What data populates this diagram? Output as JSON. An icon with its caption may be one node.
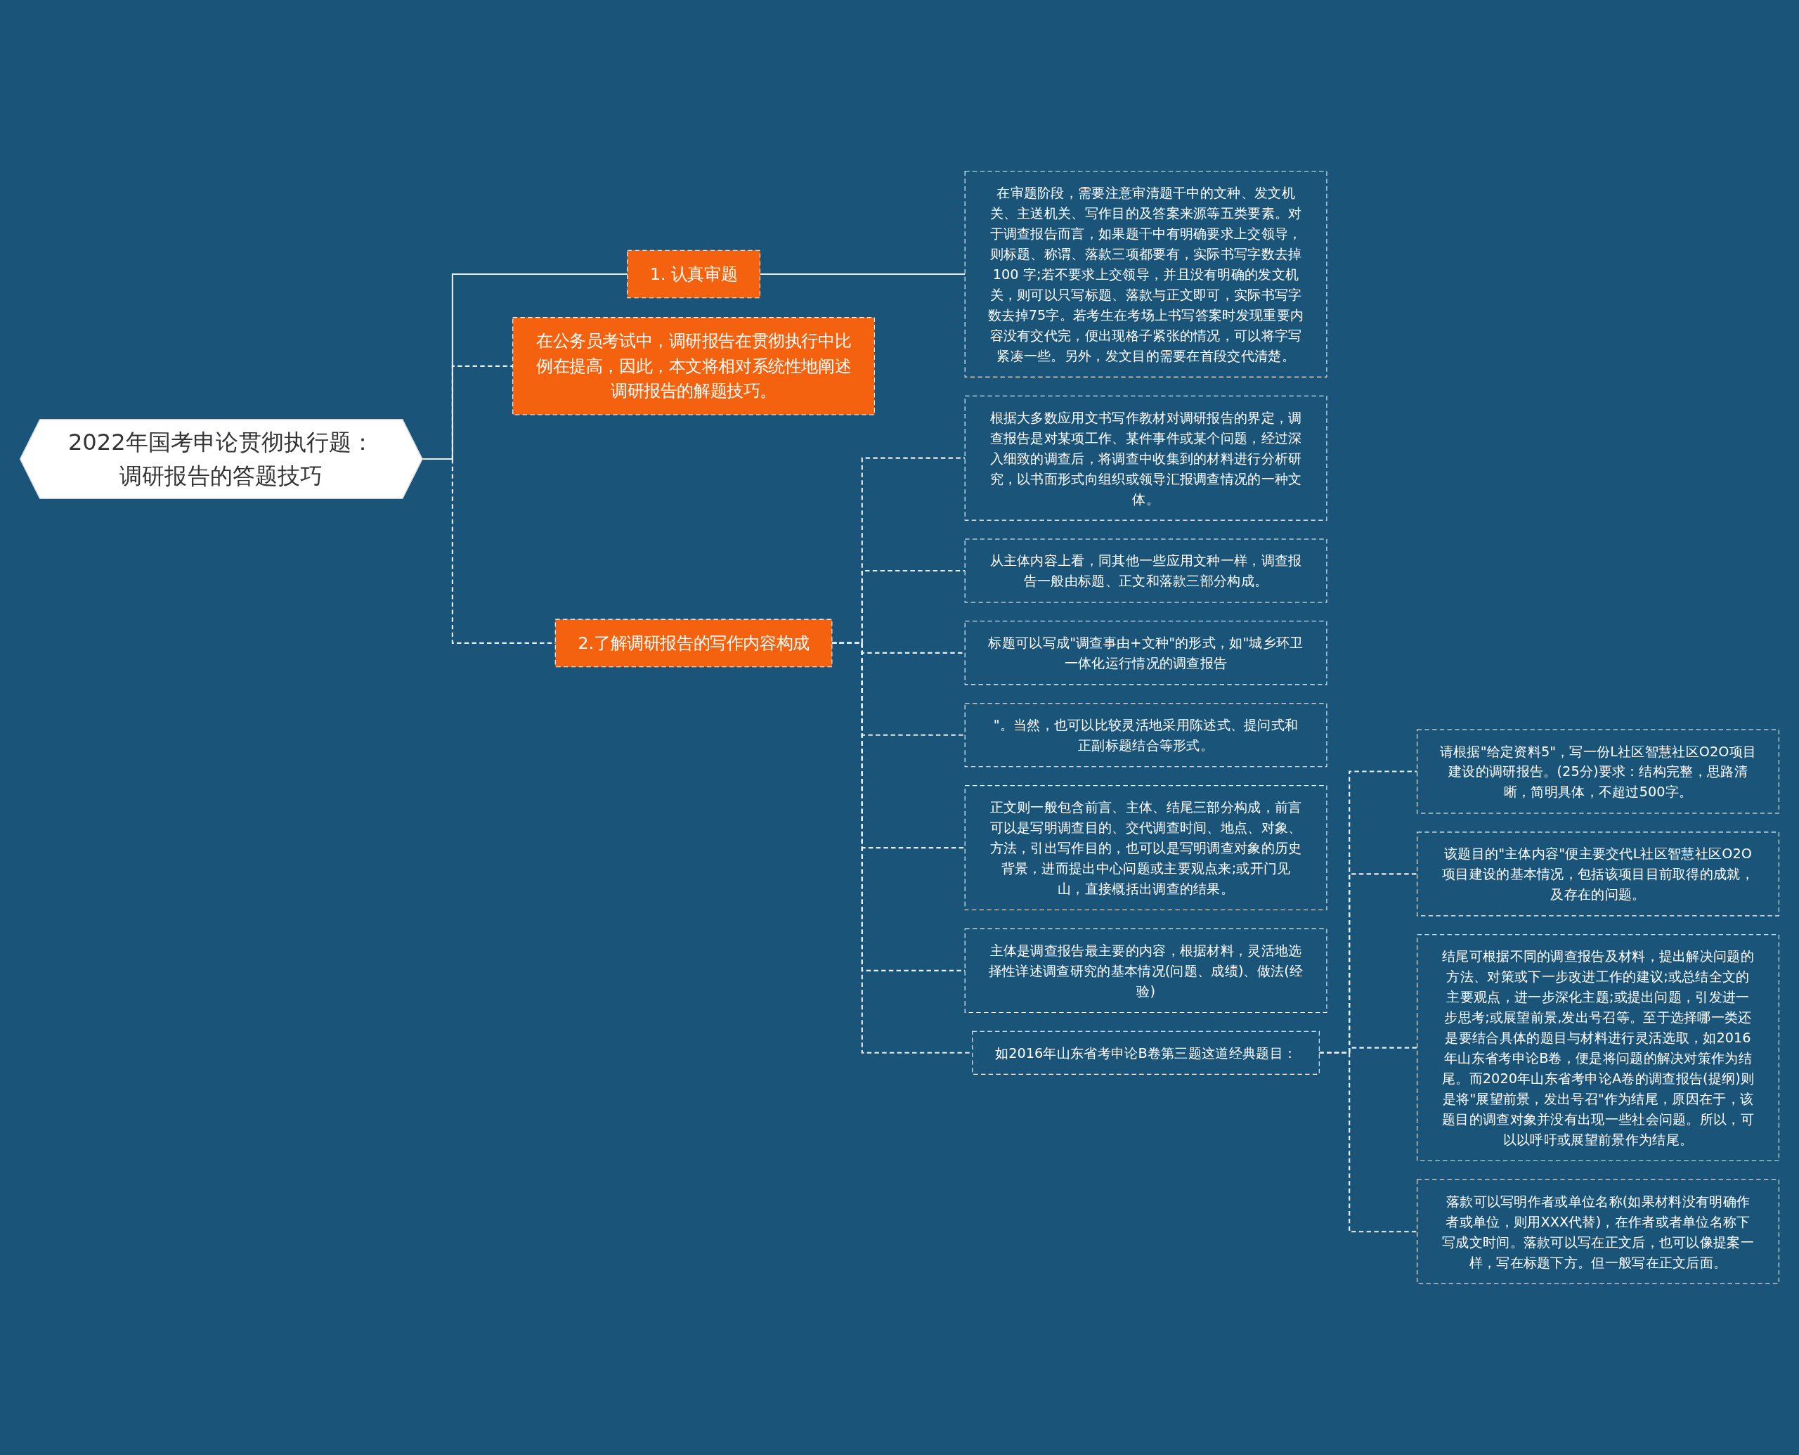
{
  "diagram": {
    "nodes": [
      {
        "text": [
          "2022年国考申论贯彻执行题：调研报告的答题技巧"
        ]
      },
      {
        "text": [
          "1. 认真审题"
        ]
      },
      {
        "text": [
          "在审题阶段，需要注意审清题干中的文种、发文机关、主送机关、写作目的及答案来源等五类要素。对于调查报告而言，如果题干中有明确要求上交领导，则标题、称谓、落款三项都要有，实际书写字数去掉100 字;若不要求上交领导，并且没有明确的发文机关，则可以只写标题、落款与正文即可，实际书写字数去掉75字。若考生在考场上书写答案时发现重要内容没有交代完，便出现格子紧张的情况，可以将字写紧凑一些。另外，发文目的需要在首段交代清楚。"
        ]
      },
      {
        "text": [
          "在公务员考试中，调研报告在贯彻执行中比例在提高，因此，本文将相对系统性地阐述调研报告的解题技巧。"
        ]
      },
      {
        "text": [
          "2.了解调研报告的写作内容构成"
        ]
      },
      {
        "text": [
          "根据大多数应用文书写作教材对调研报告的界定，调查报告是对某项工作、某件事件或某个问题，经过深入细致的调查后，将调查中收集到的材料进行分析研究，以书面形式向组织或领导汇报调查情况的一种文体。"
        ]
      },
      {
        "text": [
          "从主体内容上看，同其他一些应用文种一样，调查报告一般由标题、正文和落款三部分构成。"
        ]
      },
      {
        "text": [
          "标题可以写成\"调查事由+文种\"的形式，如\"城乡环卫一体化运行情况的调查报告"
        ]
      },
      {
        "text": [
          "\"。当然，也可以比较灵活地采用陈述式、提问式和正副标题结合等形式。"
        ]
      },
      {
        "text": [
          "正文则一般包含前言、主体、结尾三部分构成，前言可以是写明调查目的、交代调查时间、地点、对象、方法，引出写作目的，也可以是写明调查对象的历史背景，进而提出中心问题或主要观点来;或开门见山，直接概括出调查的结果。"
        ]
      },
      {
        "text": [
          "主体是调查报告最主要的内容，根据材料，灵活地选择性详述调查研究的基本情况(问题、成绩)、做法(经验)"
        ]
      },
      {
        "text": [
          "如2016年山东省考申论B卷第三题这道经典题目："
        ]
      },
      {
        "text": [
          "请根据\"给定资料5\"，写一份L社区智慧社区O2O项目建设的调研报告。(25分)要求：结构完整，思路清晰，简明具体，不超过500字。"
        ]
      },
      {
        "text": [
          "该题目的\"主体内容\"便主要交代L社区智慧社区O2O项目建设的基本情况，包括该项目目前取得的成就，及存在的问题。"
        ]
      },
      {
        "text": [
          "结尾可根据不同的调查报告及材料，提出解决问题的方法、对策或下一步改进工作的建议;或总结全文的主要观点，进一步深化主题;或提出问题，引发进一步思考;或展望前景,发出号召等。至于选择哪一类还是要结合具体的题目与材料进行灵活选取，如2016年山东省考申论B卷，便是将问题的解决对策作为结尾。而2020年山东省考申论A卷的调查报告(提纲)则是将\"展望前景，发出号召\"作为结尾，原因在于，该题目的调查对象并没有出现一些社会问题。所以，可以以呼吁或展望前景作为结尾。"
        ]
      },
      {
        "text": [
          "落款可以写明作者或单位名称(如果材料没有明确作者或单位，则用XXX代替)，在作者或者单位名称下写成文时间。落款可以写在正文后，也可以像提案一样，写在标题下方。但一般写在正文后面。"
        ]
      }
    ],
    "edges": [
      {
        "from": 0,
        "to": 1,
        "arrow": "none"
      },
      {
        "from": 1,
        "to": 2,
        "arrow": "none"
      },
      {
        "from": 0,
        "to": 3,
        "arrow": "none",
        "style": "dashed"
      },
      {
        "from": 0,
        "to": 4,
        "arrow": "none",
        "style": "dashed"
      },
      {
        "from": 4,
        "to": 5,
        "arrow": "none",
        "style": "dashed"
      },
      {
        "from": 4,
        "to": 6,
        "arrow": "none",
        "style": "dashed"
      },
      {
        "from": 4,
        "to": 7,
        "arrow": "none",
        "style": "dashed"
      },
      {
        "from": 4,
        "to": 8,
        "arrow": "none",
        "style": "dashed"
      },
      {
        "from": 4,
        "to": 9,
        "arrow": "none",
        "style": "dashed"
      },
      {
        "from": 4,
        "to": 10,
        "arrow": "none",
        "style": "dashed"
      },
      {
        "from": 4,
        "to": 11,
        "arrow": "none",
        "style": "dashed"
      },
      {
        "from": 11,
        "to": 12,
        "arrow": "none",
        "style": "dashed"
      },
      {
        "from": 11,
        "to": 13,
        "arrow": "none",
        "style": "dashed"
      },
      {
        "from": 11,
        "to": 14,
        "arrow": "none",
        "style": "dashed"
      },
      {
        "from": 11,
        "to": 15,
        "arrow": "none",
        "style": "dashed"
      }
    ]
  }
}
